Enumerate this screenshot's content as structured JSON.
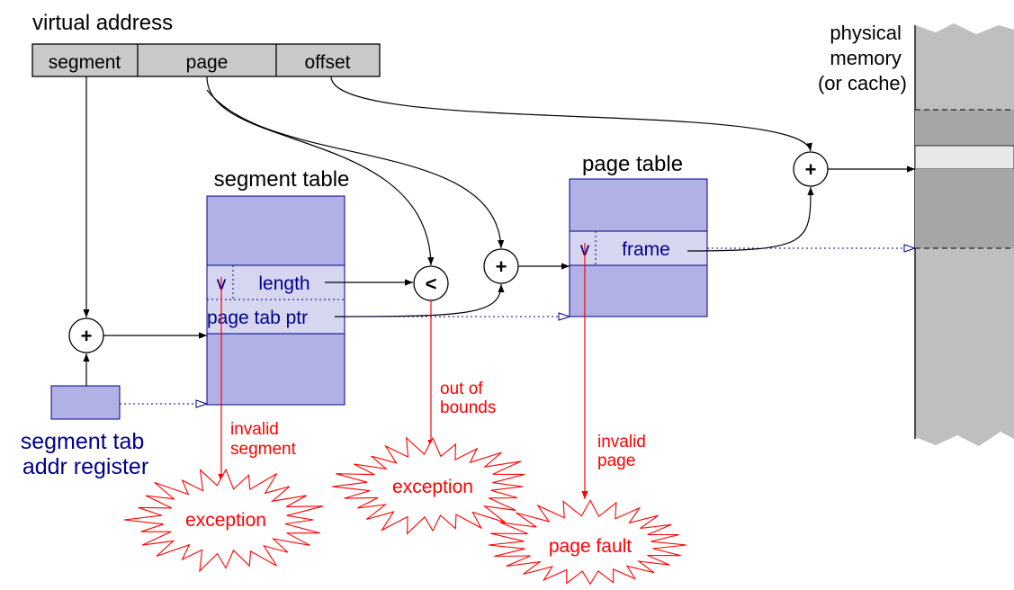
{
  "virtual_address": {
    "title": "virtual address",
    "fields": [
      "segment",
      "page",
      "offset"
    ]
  },
  "physical_memory": {
    "label_lines": [
      "physical",
      "memory",
      "(or cache)"
    ]
  },
  "segment_table": {
    "title": "segment table",
    "entry": {
      "valid_bit": "v",
      "length": "length",
      "pointer": "page tab ptr"
    }
  },
  "page_table": {
    "title": "page table",
    "entry": {
      "valid_bit": "v",
      "frame": "frame"
    }
  },
  "register": {
    "label_lines": [
      "segment tab",
      "addr register"
    ]
  },
  "operators": {
    "plus": "+",
    "less_than": "<"
  },
  "conditions": {
    "invalid_segment": [
      "invalid",
      "segment"
    ],
    "out_of_bounds": [
      "out of",
      "bounds"
    ],
    "invalid_page": [
      "invalid",
      "page"
    ]
  },
  "bursts": {
    "exception_segment": "exception",
    "exception_bounds": "exception",
    "page_fault": "page fault"
  },
  "colors": {
    "table_fill": "#b1b1e5",
    "table_entry_fill": "#d6d6f1",
    "table_stroke": "#00008c",
    "memory_fill": "#bfbfbf",
    "error": "#ff0000",
    "field_fill": "#c9c9c9"
  }
}
